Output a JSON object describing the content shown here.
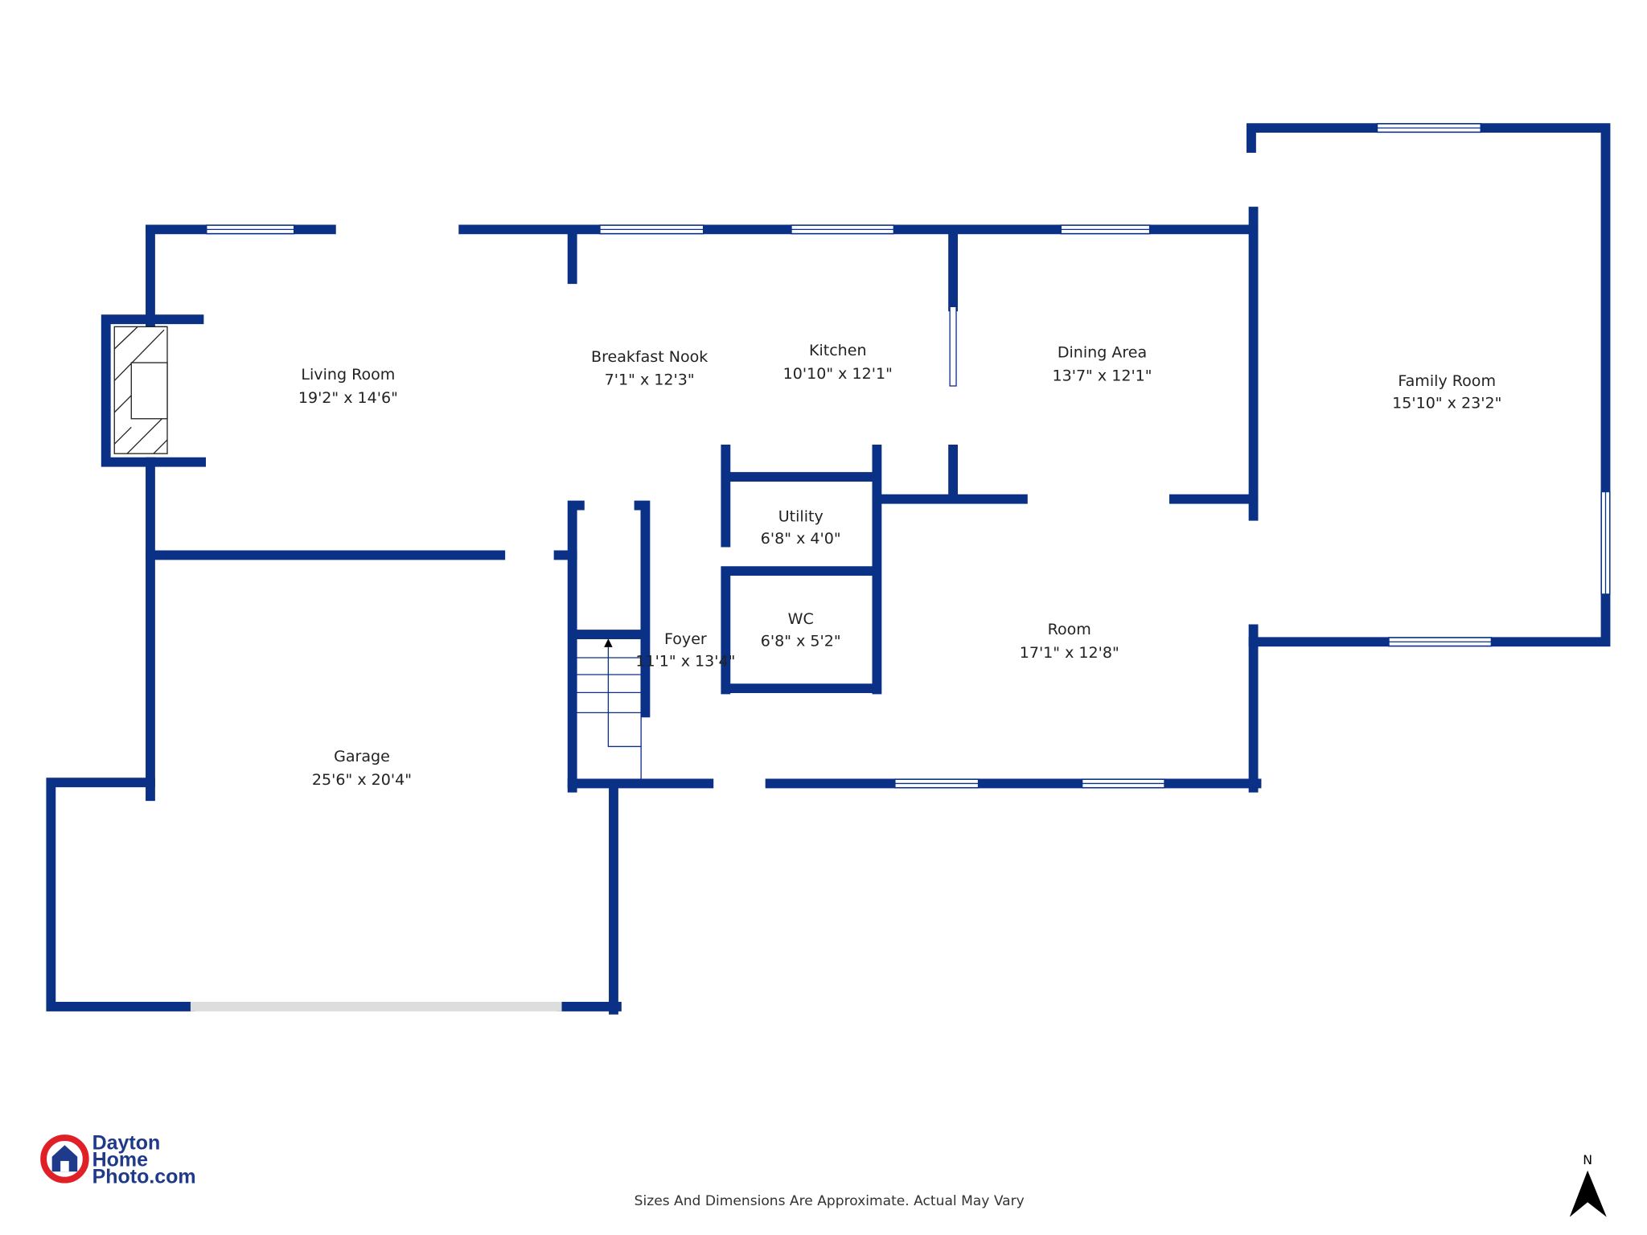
{
  "rooms": [
    {
      "name": "Living Room",
      "dims": "19'2\" x 14'6\""
    },
    {
      "name": "Breakfast Nook",
      "dims": "7'1\" x 12'3\""
    },
    {
      "name": "Kitchen",
      "dims": "10'10\" x 12'1\""
    },
    {
      "name": "Dining Area",
      "dims": "13'7\" x 12'1\""
    },
    {
      "name": "Family Room",
      "dims": "15'10\" x 23'2\""
    },
    {
      "name": "Utility",
      "dims": "6'8\" x 4'0\""
    },
    {
      "name": "WC",
      "dims": "6'8\" x 5'2\""
    },
    {
      "name": "Foyer",
      "dims": "11'1\" x 13'4\""
    },
    {
      "name": "Room",
      "dims": "17'1\" x 12'8\""
    },
    {
      "name": "Garage",
      "dims": "25'6\" x 20'4\""
    }
  ],
  "footer": {
    "disclaimer": "Sizes And Dimensions Are Approximate. Actual May Vary"
  },
  "logo": {
    "line1": "Dayton",
    "line2": "Home",
    "line3": "Photo.com"
  },
  "compass": {
    "label": "N"
  },
  "colors": {
    "wall": "#0a3185",
    "logo_red": "#e02027",
    "logo_blue": "#1f3a8a"
  }
}
